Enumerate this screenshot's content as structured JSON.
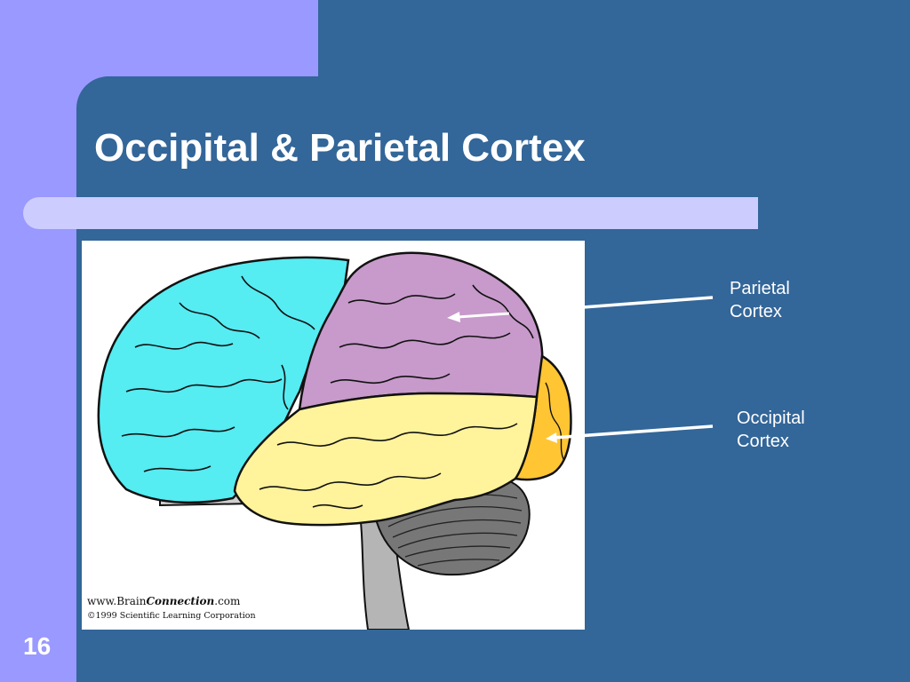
{
  "slide": {
    "title": "Occipital & Parietal Cortex",
    "number": "16"
  },
  "figure": {
    "credit_line1_prefix": "www.Brain",
    "credit_line1_italic": "Connection",
    "credit_line1_suffix": ".com",
    "credit_line2": "©1999 Scientific Learning Corporation"
  },
  "labels": [
    {
      "line1": "Parietal",
      "line2": "Cortex"
    },
    {
      "line1": "Occipital",
      "line2": "Cortex"
    }
  ],
  "colors": {
    "background": "#9999ff",
    "panel": "#336699",
    "title_bar": "#ccccff",
    "frontal_lobe": "#55ecf2",
    "parietal_lobe": "#c79acb",
    "temporal_lobe": "#fff39b",
    "occipital_lobe": "#ffc533",
    "cerebellum": "#777777",
    "brainstem": "#b5b5b5"
  }
}
